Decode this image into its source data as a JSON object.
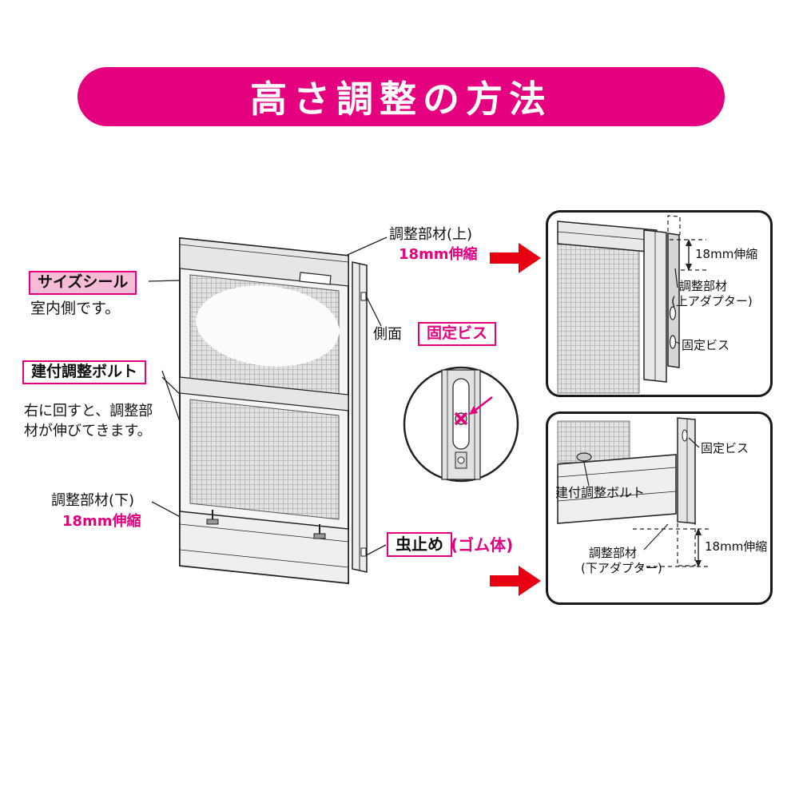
{
  "banner": {
    "title": "高さ調整の方法"
  },
  "colors": {
    "banner_bg": "#E4007F",
    "accent_magenta": "#E4007F",
    "arrow_red": "#E60012"
  },
  "main_diagram": {
    "upper_part": {
      "label": "調整部材(上)",
      "extension": "18mm伸縮"
    },
    "size_seal": {
      "label": "サイズシール",
      "note": "室内側です。"
    },
    "side": {
      "label": "側面",
      "screw_label": "固定ビス"
    },
    "adjust_bolt": {
      "label": "建付調整ボルト",
      "note_line1": "右に回すと、調整部",
      "note_line2": "材が伸びてきます。"
    },
    "lower_part": {
      "label": "調整部材(下)",
      "extension": "18mm伸縮"
    },
    "bug_stopper": {
      "label": "虫止め",
      "suffix": "(ゴム体)"
    }
  },
  "detail_top": {
    "extension": "18mm伸縮",
    "adapter_line1": "調整部材",
    "adapter_line2": "(上アダプター)",
    "screw": "固定ビス"
  },
  "detail_bottom": {
    "screw": "固定ビス",
    "bolt": "建付調整ボルト",
    "adapter_line1": "調整部材",
    "adapter_line2": "(下アダプター)",
    "extension": "18mm伸縮"
  }
}
